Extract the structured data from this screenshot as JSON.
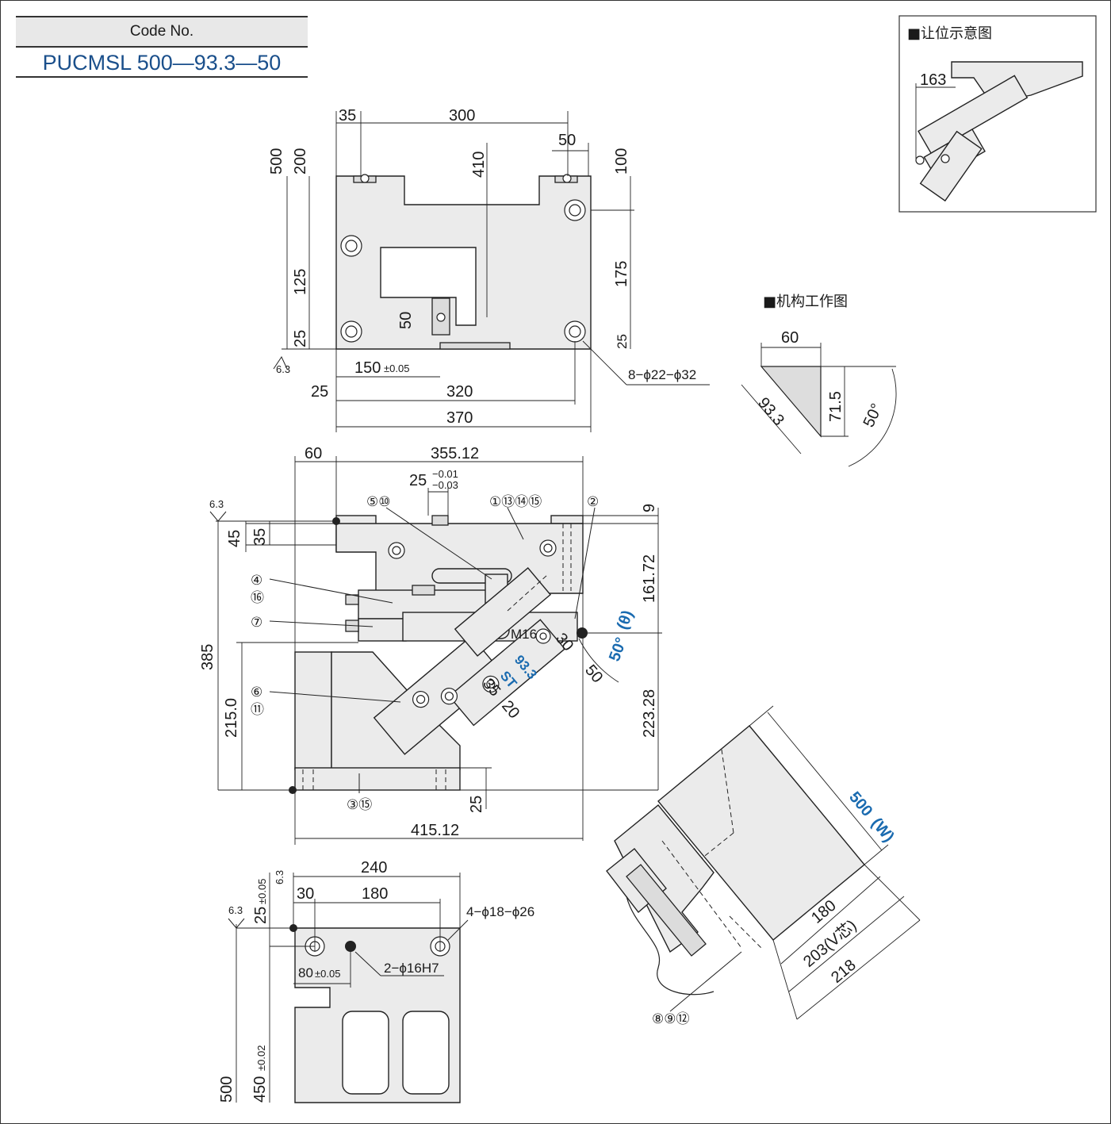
{
  "header": {
    "code_label": "Code No.",
    "code_value": "PUCMSL 500—93.3—50"
  },
  "inset_titles": {
    "clearance": "■让位示意图",
    "mechanism": "■机构工作图"
  },
  "top_view": {
    "d35": "35",
    "d300": "300",
    "d410": "410",
    "d50_top": "50",
    "d100": "100",
    "d500": "500",
    "d200": "200",
    "d125": "125",
    "d25_left": "25",
    "d50_mid": "50",
    "d175": "175",
    "d25_right": "25",
    "d150": "150",
    "d150_tol": "±0.05",
    "holes": "8−ϕ22−ϕ32",
    "d25_bottom": "25",
    "d320": "320",
    "d370": "370",
    "rough": "6.3"
  },
  "front_view": {
    "d60": "60",
    "d355": "355.12",
    "d25": "25",
    "tol_upper": "−0.01",
    "tol_lower": "−0.03",
    "d9": "9",
    "d45": "45",
    "d35": "35",
    "d161": "161.72",
    "d385": "385",
    "d215": "215.0",
    "d223": "223.28",
    "d25_bottom": "25",
    "d415": "415.12",
    "m16": "M16",
    "d30": "30",
    "d50": "50",
    "angle": "50°",
    "theta": "(θ)",
    "st": "ST",
    "st_val": "93.3",
    "d35b": "35",
    "d20": "20",
    "rough": "6.3",
    "callouts": {
      "c1": "①⑬⑭⑮",
      "c2": "②",
      "c5": "⑤⑩",
      "c4": "④",
      "c16": "⑯",
      "c7": "⑦",
      "c6": "⑥",
      "c11": "⑪",
      "c3": "③⑮"
    }
  },
  "bottom_view": {
    "d240": "240",
    "d30": "30",
    "d180": "180",
    "d25": "25",
    "d25_tol": "±0.05",
    "holes": "4−ϕ18−ϕ26",
    "d80": "80",
    "d80_tol": "±0.05",
    "pins": "2−ϕ16H7",
    "d500": "500",
    "d450": "450",
    "d450_tol": "±0.02",
    "rough": "6.3"
  },
  "mechanism": {
    "d60": "60",
    "d93": "93.3",
    "d71": "71.5",
    "angle": "50°"
  },
  "clearance": {
    "d163": "163"
  },
  "side_view": {
    "w": "500",
    "w_unit": "(W)",
    "d180": "180",
    "d203": "203(V芯)",
    "d218": "218",
    "callout": "⑧⑨⑫"
  }
}
